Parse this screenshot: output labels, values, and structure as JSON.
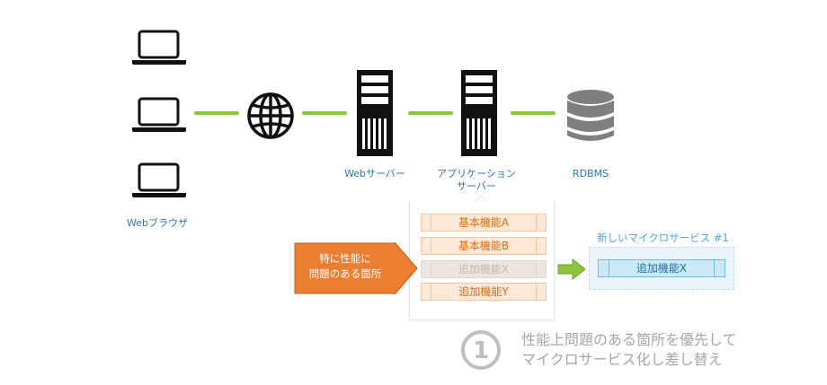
{
  "nodes": {
    "browser_label": "Webブラウザ",
    "web_server_label": "Webサーバー",
    "app_server_label_line1": "アプリケーション",
    "app_server_label_line2": "サーバー",
    "db_label": "RDBMS"
  },
  "app_modules": [
    "基本機能A",
    "基本機能B",
    "追加機能X",
    "追加機能Y"
  ],
  "callout": {
    "line1": "特に性能に",
    "line2": "問題のある箇所"
  },
  "microservice": {
    "title": "新しいマイクロサービス #1",
    "module": "追加機能X"
  },
  "step": {
    "number": "1",
    "line1": "性能上問題のある箇所を優先して",
    "line2": "マイクロサービス化し差し替え"
  },
  "colors": {
    "connector": "#8cc63f",
    "icon": "#111111",
    "label_blue": "#2e75b6",
    "module_fill": "#fde9d9",
    "module_text": "#e26b0a",
    "callout_fill": "#ed7d31",
    "micro_fill": "#cde8f6",
    "step_gray": "#a6a6a6"
  },
  "icons": [
    "laptop-icon",
    "globe-icon",
    "server-icon",
    "database-icon",
    "arrow-right-icon",
    "circled-number-icon"
  ]
}
